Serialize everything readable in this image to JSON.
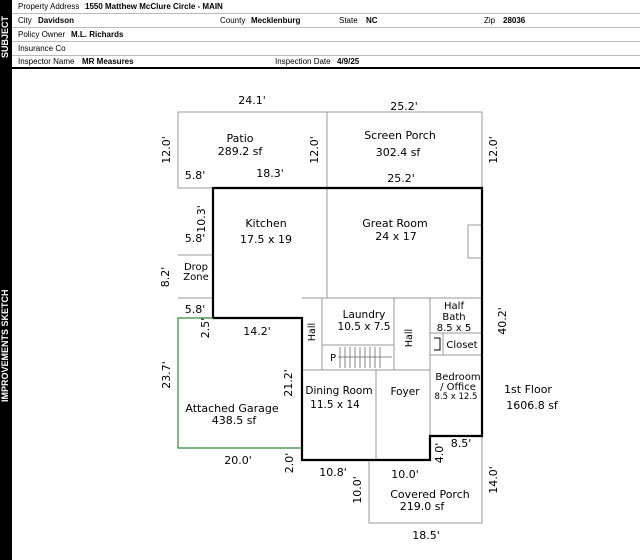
{
  "sidebar": {
    "subject_label": "SUBJECT",
    "sketch_label": "IMPROVEMENTS SKETCH"
  },
  "header": {
    "property_address_label": "Property Address",
    "property_address": "1550 Matthew McClure Circle - MAIN",
    "city_label": "City",
    "city": "Davidson",
    "county_label": "County",
    "county": "Mecklenburg",
    "state_label": "State",
    "state": "NC",
    "zip_label": "Zip",
    "zip": "28036",
    "policy_owner_label": "Policy Owner",
    "policy_owner": "M.L. Richards",
    "insurance_co_label": "Insurance Co",
    "insurance_co": "",
    "inspector_name_label": "Inspector Name",
    "inspector_name": "MR Measures",
    "inspection_date_label": "Inspection Date",
    "inspection_date": "4/9/25"
  },
  "sketch": {
    "rooms": {
      "patio": {
        "name": "Patio",
        "size": "289.2 sf"
      },
      "screen_porch": {
        "name": "Screen Porch",
        "size": "302.4 sf"
      },
      "kitchen": {
        "name": "Kitchen",
        "size": "17.5 x 19"
      },
      "great_room": {
        "name": "Great Room",
        "size": "24 x 17"
      },
      "drop_zone": {
        "line1": "Drop",
        "line2": "Zone"
      },
      "laundry": {
        "name": "Laundry",
        "size": "10.5 x 7.5"
      },
      "half_bath": {
        "line1": "Half",
        "line2": "Bath",
        "size": "8.5 x 5"
      },
      "hall_left": "Hall",
      "hall_right": "Hall",
      "closet": "Closet",
      "p_label": "P",
      "bedroom": {
        "line1": "Bedroom",
        "line2": "/ Office",
        "size": "8.5 x 12.5"
      },
      "dining_room": {
        "name": "Dining Room",
        "size": "11.5 x 14"
      },
      "foyer": "Foyer",
      "garage": {
        "name": "Attached Garage",
        "size": "438.5 sf"
      },
      "covered_porch": {
        "name": "Covered Porch",
        "size": "219.0 sf"
      }
    },
    "floor": {
      "name": "1st Floor",
      "area": "1606.8 sf"
    },
    "dims": {
      "top_left": "24.1'",
      "top_right": "25.2'",
      "patio_left": "12.0'",
      "patio_mid": "12.0'",
      "porch_right": "12.0'",
      "patio_bl": "5.8'",
      "patio_br": "18.3'",
      "gr_top": "25.2'",
      "kitchen_left": "10.3'",
      "kitchen_left2": "5.8'",
      "dz_left": "8.2'",
      "dz_bottom": "5.8'",
      "dz_down": "2.5'",
      "garage_top": "14.2'",
      "garage_left": "23.7'",
      "garage_right": "21.2'",
      "garage_bottom": "20.0'",
      "garage_step": "2.0'",
      "right_side": "40.2'",
      "bed_step": "8.5'",
      "bed_down": "4.0'",
      "front_left": "10.8'",
      "front_mid": "10.0'",
      "cp_left": "10.0'",
      "cp_right": "14.0'",
      "cp_bottom": "18.5'"
    }
  }
}
